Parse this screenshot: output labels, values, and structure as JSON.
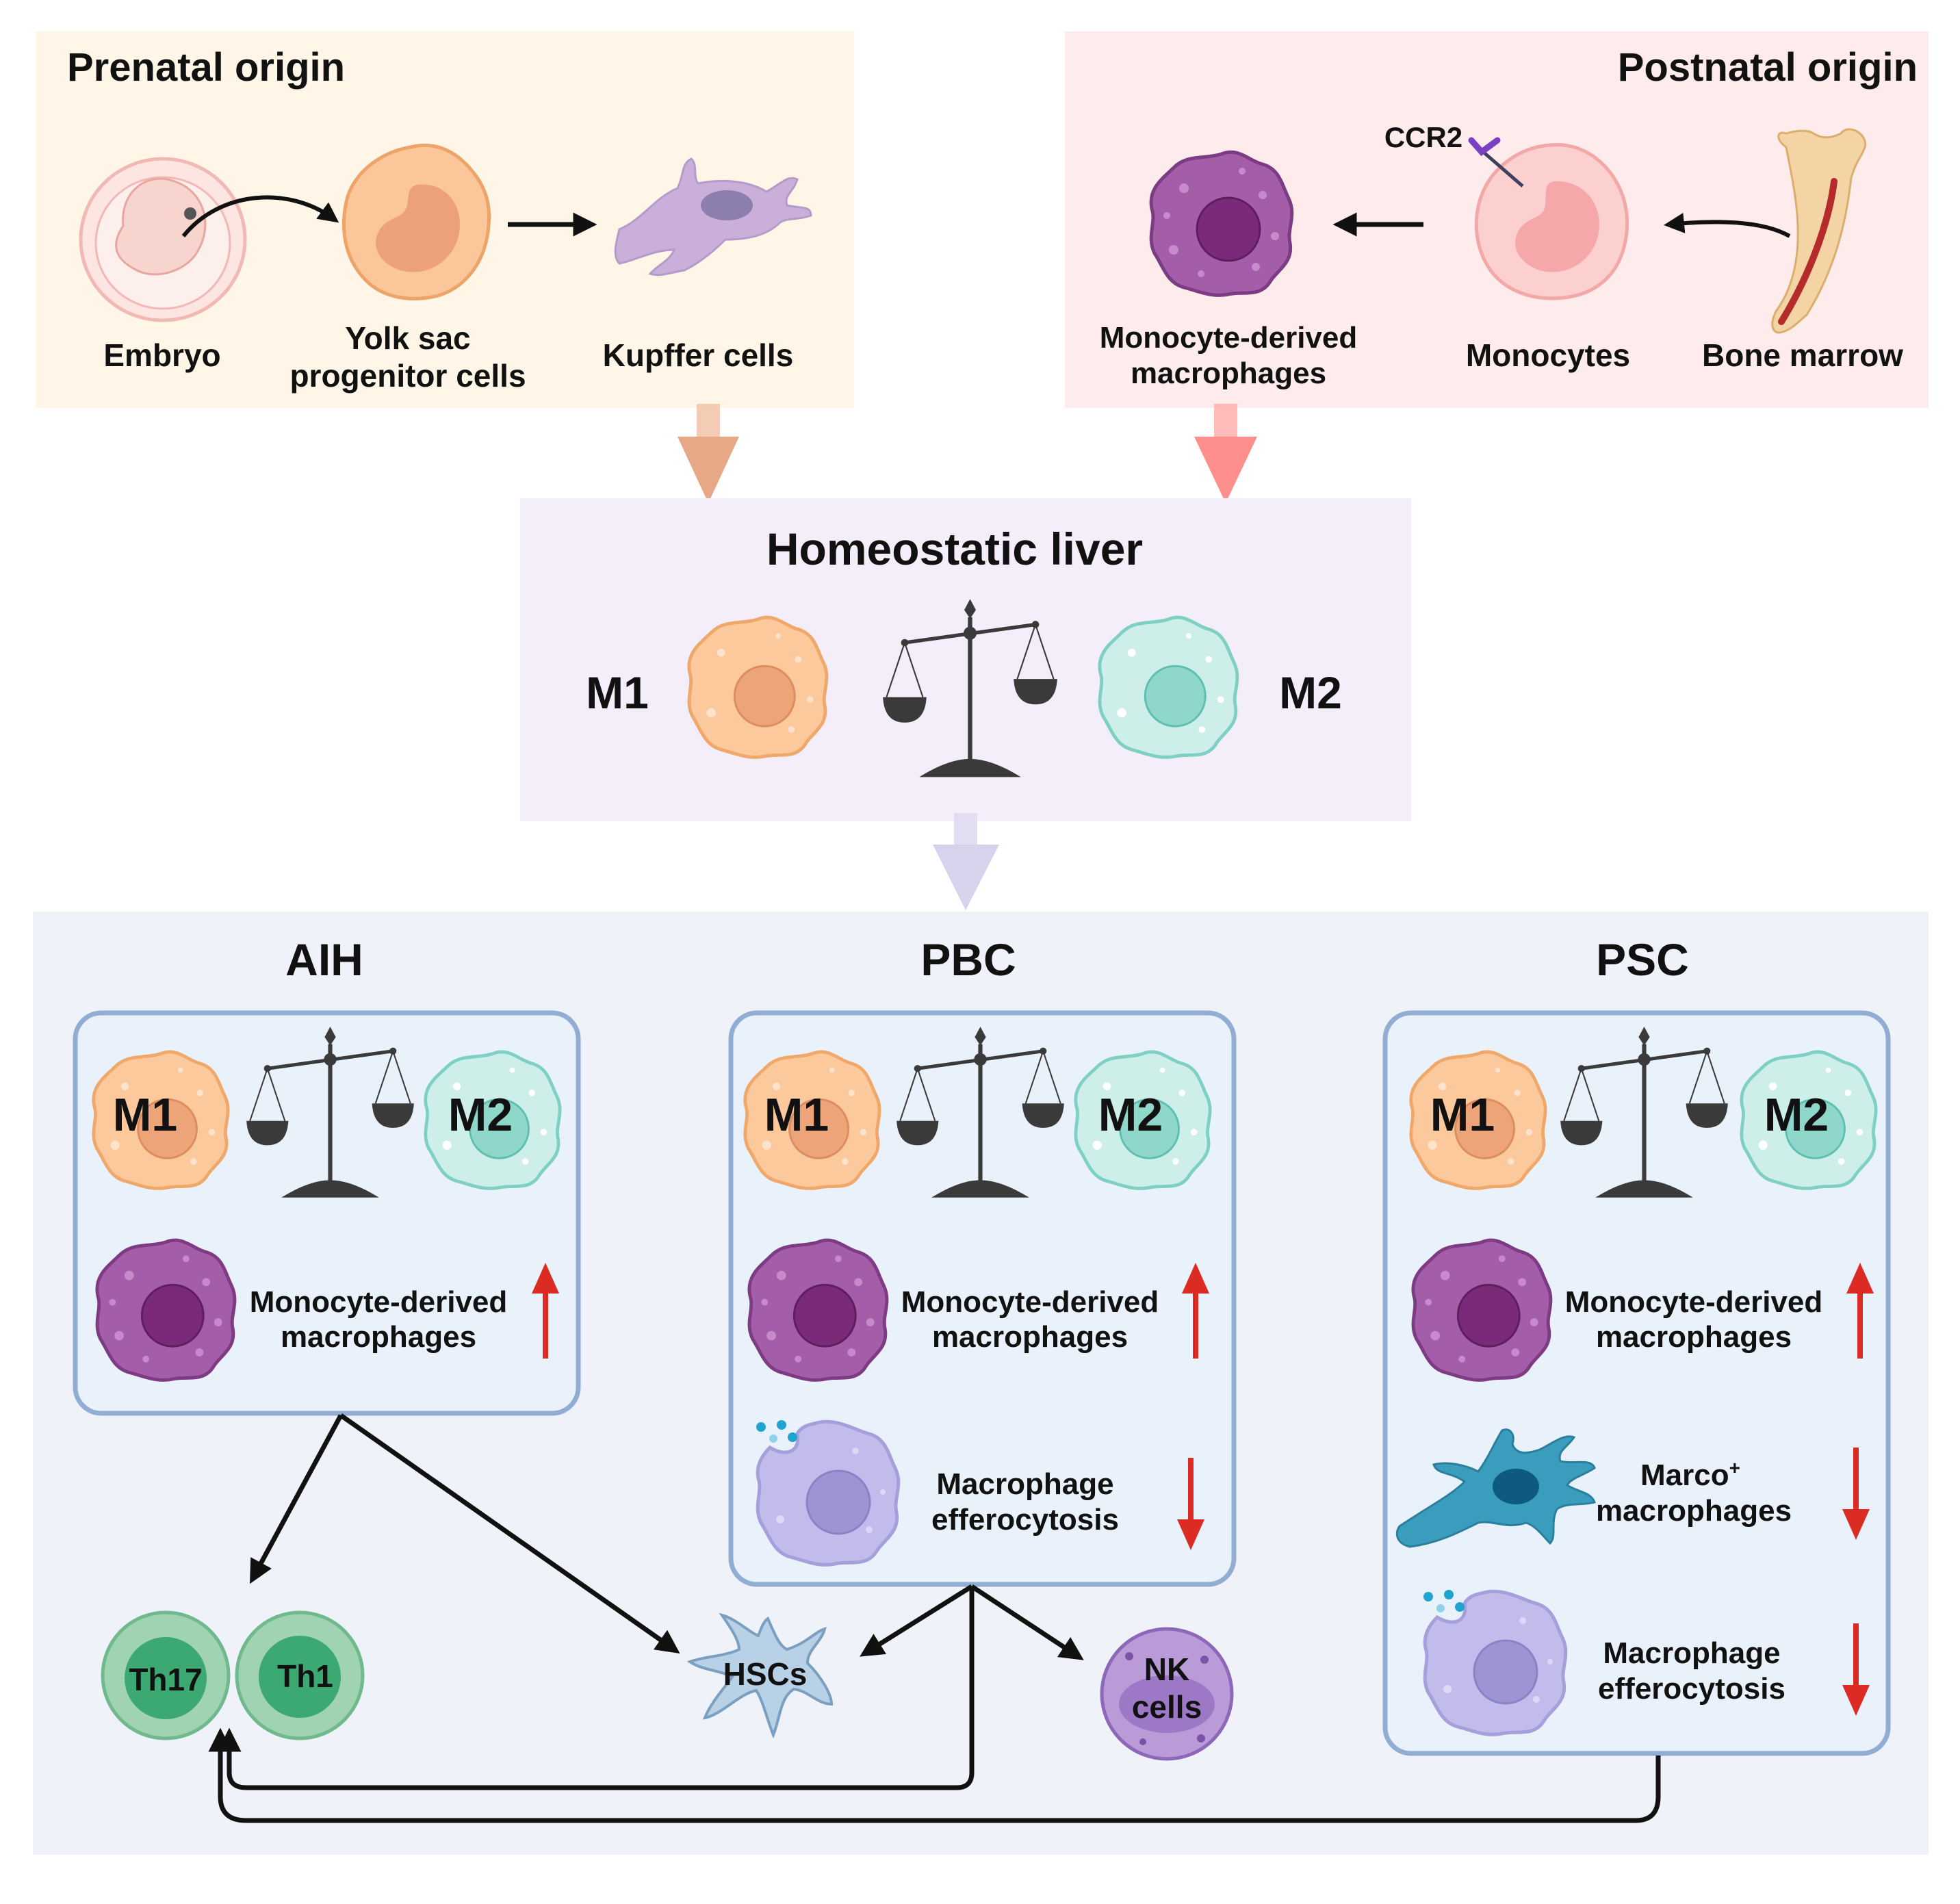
{
  "prenatal": {
    "title": "Prenatal origin",
    "embryo": "Embryo",
    "yolk_line1": "Yolk sac",
    "yolk_line2": "progenitor cells",
    "kupffer": "Kupffer cells"
  },
  "postnatal": {
    "title": "Postnatal origin",
    "ccr2": "CCR2",
    "mdm_line1": "Monocyte-derived",
    "mdm_line2": "macrophages",
    "monocytes": "Monocytes",
    "bone_marrow": "Bone marrow"
  },
  "homeostatic": {
    "title": "Homeostatic liver",
    "m1": "M1",
    "m2": "M2"
  },
  "diseases": {
    "aih": "AIH",
    "pbc": "PBC",
    "psc": "PSC",
    "m1": "M1",
    "m2": "M2",
    "mdm_line1": "Monocyte-derived",
    "mdm_line2": "macrophages",
    "eff_line1": "Macrophage",
    "eff_line2": "efferocytosis",
    "marco_line1": "Marco",
    "marco_sup": "+",
    "marco_line2": "macrophages"
  },
  "cells": {
    "th17": "Th17",
    "th1": "Th1",
    "hscs": "HSCs",
    "nk_line1": "NK",
    "nk_line2": "cells"
  },
  "colors": {
    "prenatal_bg": "#fff6e6",
    "postnatal_bg": "#fdeceb",
    "homeostatic_bg": "#f3eefa",
    "disease_bg": "#eef2f8",
    "m1_fill": "#fbc89a",
    "m2_fill": "#c9ebe6",
    "mdm_fill": "#a35aa8",
    "up_arrow": "#dc2b23",
    "down_arrow": "#dc2b23"
  }
}
